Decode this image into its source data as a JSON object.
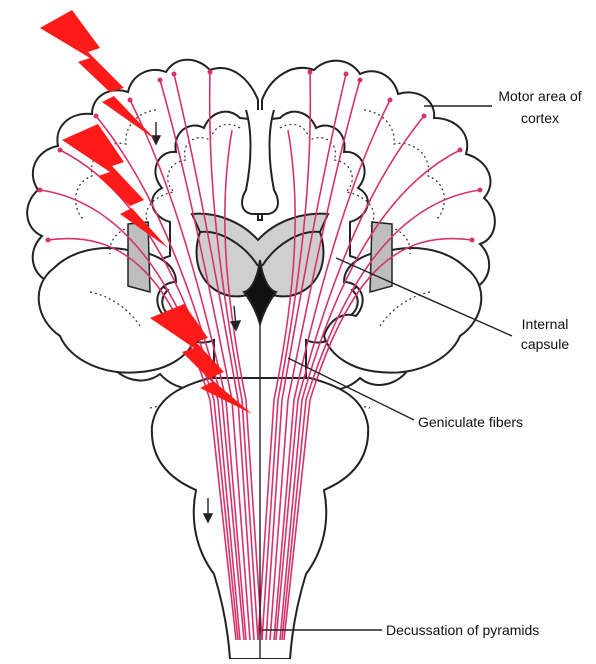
{
  "labels": {
    "motor_area_line1": "Motor area of",
    "motor_area_line2": "cortex",
    "internal_capsule_line1": "Internal",
    "internal_capsule_line2": "capsule",
    "geniculate_fibers": "Geniculate fibers",
    "decussation": "Decussation of pyramids"
  },
  "colors": {
    "outline": "#222222",
    "tract": "#d6336c",
    "lightning": "#ff1a1a",
    "thalamus_fill": "#cfcfcf",
    "ventricle": "#111111"
  },
  "icons": {
    "lightning": "lightning-bolt-icon",
    "arrow": "arrow-down-icon"
  }
}
